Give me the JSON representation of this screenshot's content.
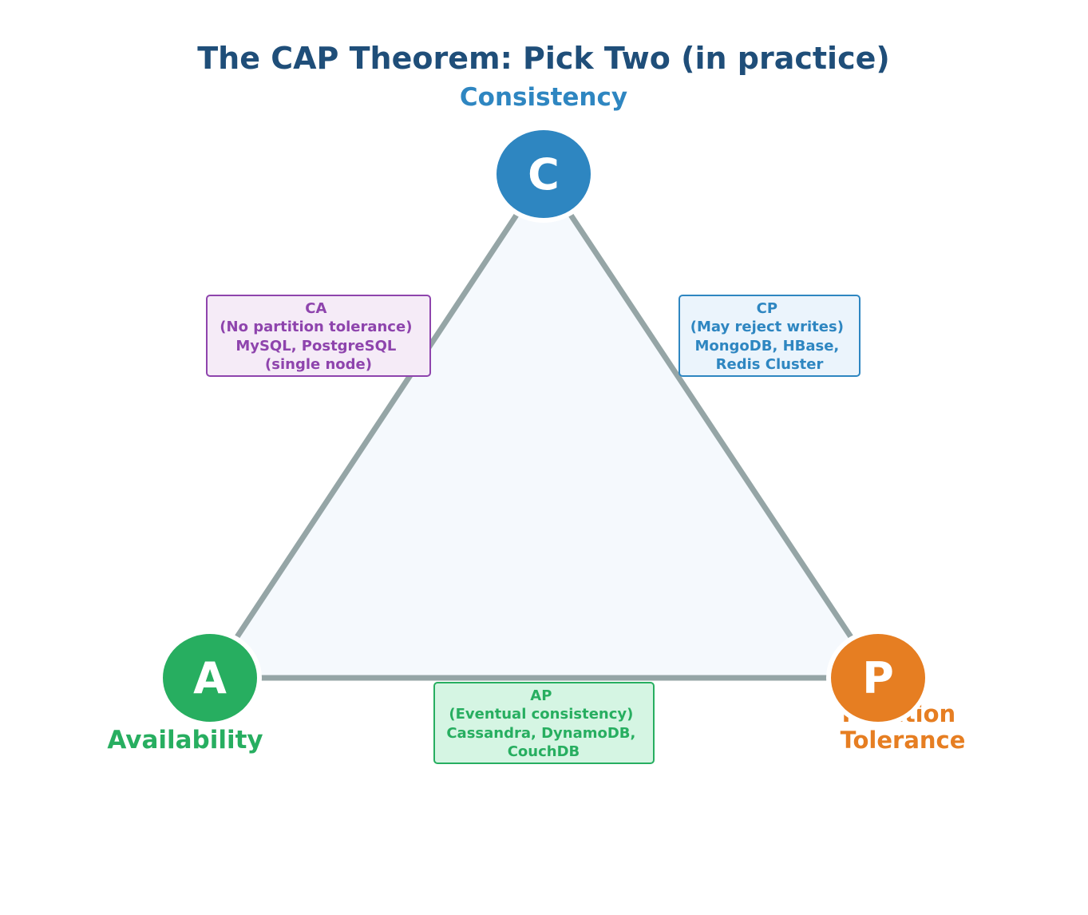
{
  "title": "The CAP Theorem: Pick Two (in practice)",
  "colors": {
    "title": "#1f4e79",
    "triangle_fill": "#f5f9fd",
    "triangle_stroke": "#95a5a6",
    "consistency": "#2e86c1",
    "availability": "#27ae60",
    "partition": "#e67e22",
    "ca": "#8e44ad",
    "ca_bg": "#f5ebf7",
    "cp_bg": "#ebf4fc",
    "ap_bg": "#d5f5e3"
  },
  "vertices": {
    "c": {
      "letter": "C",
      "label_lines": [
        "Consistency"
      ]
    },
    "a": {
      "letter": "A",
      "label_lines": [
        "Availability"
      ]
    },
    "p": {
      "letter": "P",
      "label_lines": [
        "Partition",
        "Tolerance"
      ]
    }
  },
  "edges": {
    "ca": {
      "lines": [
        "CA",
        "(No partition tolerance)",
        "MySQL, PostgreSQL",
        "(single node)"
      ]
    },
    "cp": {
      "lines": [
        "CP",
        "(May reject writes)",
        "MongoDB, HBase,",
        "Redis Cluster"
      ]
    },
    "ap": {
      "lines": [
        "AP",
        "(Eventual consistency)",
        "Cassandra, DynamoDB,",
        "CouchDB"
      ]
    }
  }
}
